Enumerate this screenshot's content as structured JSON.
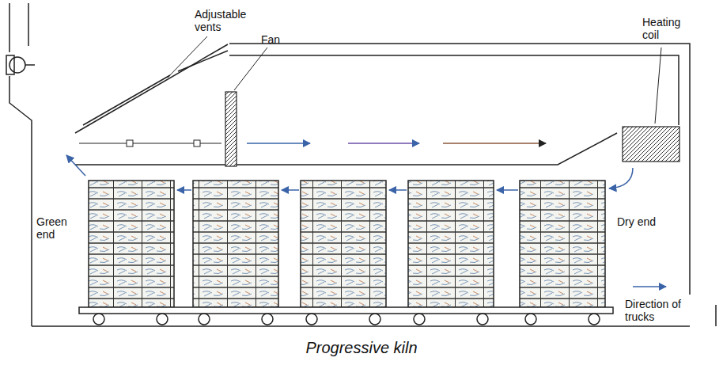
{
  "diagram": {
    "caption": "Progressive kiln",
    "labels": [
      "Adjustable vents",
      "Fan",
      "Heating coil",
      "Green end",
      "Dry end",
      "Direction of trucks"
    ]
  }
}
